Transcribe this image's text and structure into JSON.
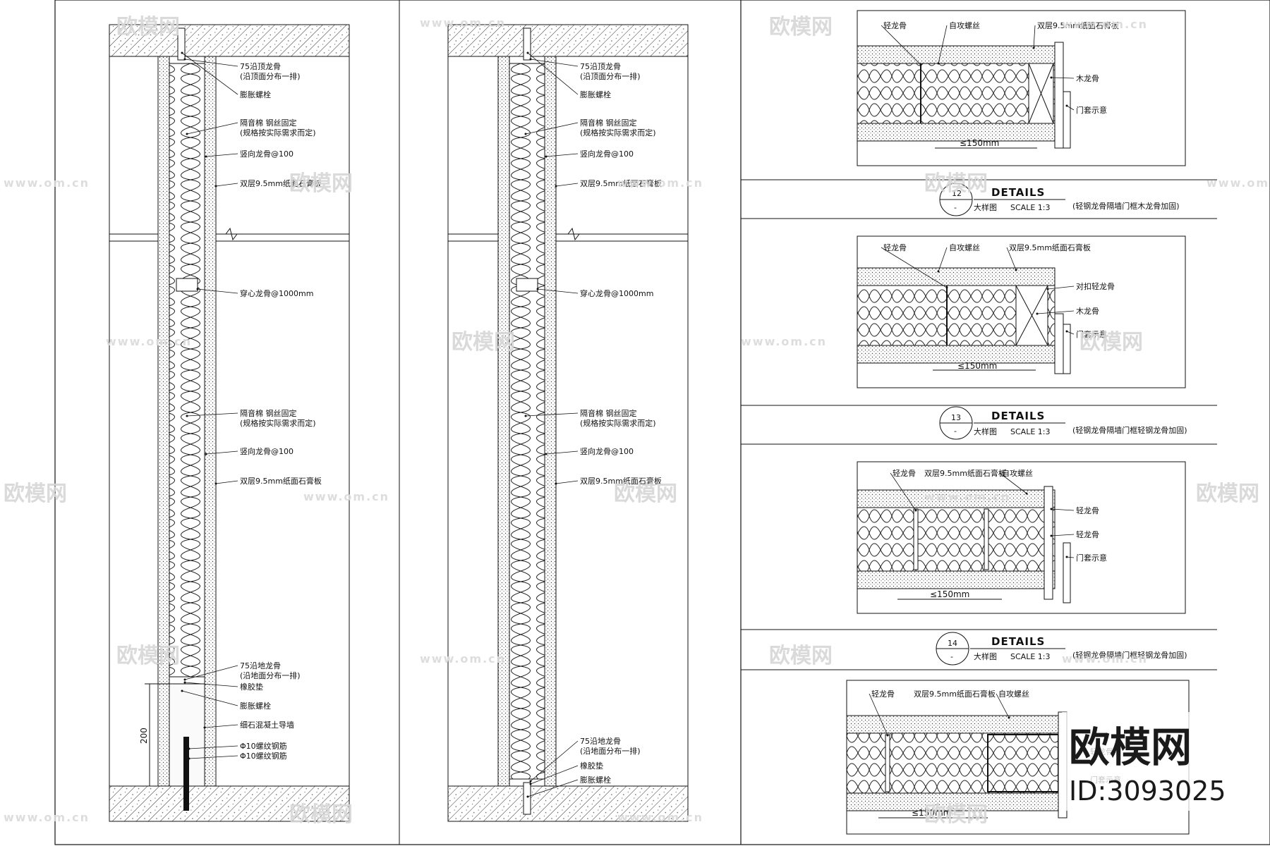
{
  "elevation_left": {
    "labels": [
      "75沿顶龙骨",
      "(沿顶面分布一排)",
      "膨胀螺栓",
      "隔音棉 钢丝固定",
      "(规格按实际需求而定)",
      "竖向龙骨@100",
      "双层9.5mm纸面石膏板",
      "穿心龙骨@1000mm",
      "隔音棉 钢丝固定",
      "(规格按实际需求而定)",
      "竖向龙骨@100",
      "双层9.5mm纸面石膏板",
      "75沿地龙骨",
      "(沿地面分布一排)",
      "橡胶垫",
      "膨胀螺栓",
      "细石混凝土导墙",
      "Φ10螺纹钢筋",
      "Φ10螺纹钢筋"
    ],
    "dimension": "200"
  },
  "elevation_mid": {
    "labels": [
      "75沿顶龙骨",
      "(沿顶面分布一排)",
      "膨胀螺栓",
      "隔音棉 钢丝固定",
      "(规格按实际需求而定)",
      "竖向龙骨@100",
      "双层9.5mm纸面石膏板",
      "穿心龙骨@1000mm",
      "隔音棉 钢丝固定",
      "(规格按实际需求而定)",
      "竖向龙骨@100",
      "双层9.5mm纸面石膏板",
      "75沿地龙骨",
      "(沿地面分布一排)",
      "橡胶垫",
      "膨胀螺栓"
    ]
  },
  "detail_12": {
    "labels": [
      "轻龙骨",
      "自攻螺丝",
      "双层9.5mm纸面石膏板",
      "木龙骨",
      "门套示意"
    ],
    "dimension": "≤150mm",
    "title": {
      "number": "12",
      "dash": "-",
      "heading": "DETAILS",
      "sub": "大样图",
      "scale": "SCALE  1:3",
      "desc": "(轻钢龙骨隔墙门框木龙骨加固)"
    }
  },
  "detail_13": {
    "labels": [
      "轻龙骨",
      "自攻螺丝",
      "双层9.5mm纸面石膏板",
      "对扣轻龙骨",
      "木龙骨",
      "门套示意"
    ],
    "dimension": "≤150mm",
    "title": {
      "number": "13",
      "dash": "-",
      "heading": "DETAILS",
      "sub": "大样图",
      "scale": "SCALE  1:3",
      "desc": "(轻钢龙骨隔墙门框轻钢龙骨加固)"
    }
  },
  "detail_14": {
    "labels": [
      "轻龙骨",
      "双层9.5mm纸面石膏板",
      "自攻螺丝",
      "轻龙骨",
      "轻龙骨",
      "门套示意"
    ],
    "dimension": "≤150mm",
    "title": {
      "number": "14",
      "dash": "-",
      "heading": "DETAILS",
      "sub": "大样图",
      "scale": "SCALE  1:3",
      "desc": "(轻钢龙骨隔墙门框轻钢龙骨加固)"
    }
  },
  "detail_15": {
    "labels": [
      "轻龙骨",
      "双层9.5mm纸面石膏板",
      "自攻螺丝",
      "轻龙骨",
      "门套示意"
    ],
    "dimension": "≤150mm"
  },
  "watermark": {
    "text": "欧模网",
    "url": "www.om.cn"
  },
  "brand": {
    "name": "欧模网",
    "id": "ID:3093025"
  }
}
